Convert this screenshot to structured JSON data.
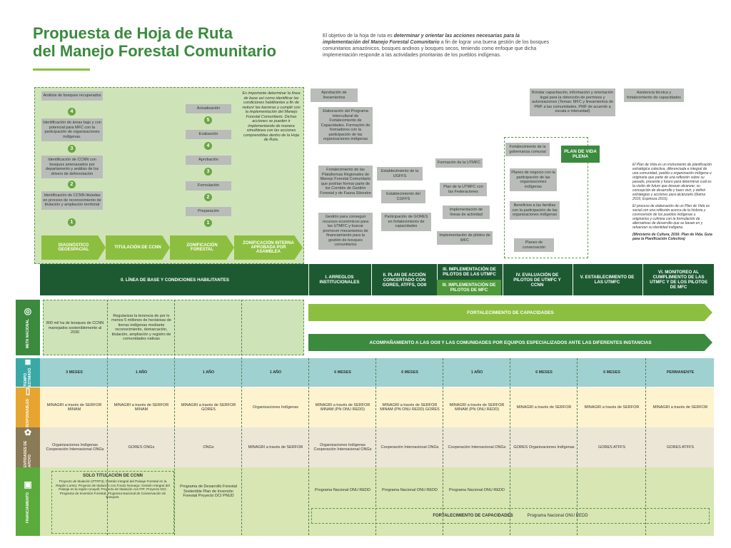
{
  "header": {
    "title_line1": "Propuesta de Hoja de Ruta",
    "title_line2": "del Manejo Forestal Comunitario",
    "intro_1": "El objetivo de la hoja de ruta es ",
    "intro_bold": "determinar y orientar las acciones necesarias para la implementación del Manejo Forestal Comunitario",
    "intro_2": " a fin de lograr una buena gestión de los bosques comunitarios amazónicos, bosques andinos y bosques secos, teniendo como enfoque que dicha implementación responde a las actividades prioritarias de los pueblos indígenas."
  },
  "baseline_steps": [
    {
      "text": "Análisis de bosques recuperados",
      "num": "4"
    },
    {
      "text": "Identificación de áreas bajo y con potencial para MFC con la participación de organizaciones indígenas.",
      "num": "3"
    },
    {
      "text": "Identificación de CCNN con bosques amenazados por departamento y análisis de los drivers de deforestación",
      "num": "2"
    },
    {
      "text": "Identificación de CCNN tituladas en proceso de reconocimiento de titulación y ampliación territorial",
      "num": "1"
    }
  ],
  "zon_steps": [
    {
      "text": "Actualización",
      "num": "5"
    },
    {
      "text": "Evaluación",
      "num": "4"
    },
    {
      "text": "Aprobación",
      "num": "3"
    },
    {
      "text": "Formulación",
      "num": "2"
    },
    {
      "text": "Preparación",
      "num": "1"
    }
  ],
  "baseline_note": "Es importante determinar la línea de base así como identificar las condiciones habilitantes a fin de reducir las barreras y cumplir con la implementación del Manejo Forestal Comunitario. Dichas acciones se pueden ir implementando de manera simultánea con las acciones comprendidas dentro de la Hoja de Ruta.",
  "phases": [
    "DIAGNÓSTICO GEOESPACIAL",
    "TITULACIÓN DE CCNN",
    "ZONIFICACIÓN FORESTAL",
    "ZONIFICACIÓN INTERNA APROBADA POR ASAMBLEA"
  ],
  "arreglos": [
    "Aprobación de lineamientos",
    "Elaboración del Programa Intercultural de Fortalecimiento de Capacidades. Formación de formadores con la participación de las organizaciones indígenas",
    "Fortalecimiento de las Plataformas Regionales de Manejo Forestal Comunitario que podrían formar parte de los Comités de Gestión Forestal y de Fauna Silvestre",
    "Gestión para conseguir recursos económicos para las UTMFC y buscar promover mecanismos de financiamiento para la gestión de bosques comunitarios"
  ],
  "plan_accion": [
    "Establecimiento de la UGFFS",
    "Establecimiento del CGFFS",
    "Participación de GORES en fortalecimiento de capacidades"
  ],
  "utmfc": [
    "Formación de la UTMFC",
    "Plan de la UTMFC con las Federaciones",
    "Implementación de líneas de actividad",
    "Implementación de pilotos de MFC"
  ],
  "vida_plena": [
    "Fortalecimiento de la gobernanza comunal",
    "Planes de negocio con la participación de las organizaciones indígenas",
    "Beneficios a las familias con la participación de las organizaciones indígenas",
    "Planes de conservación"
  ],
  "plan_vida_label": "PLAN DE VIDA PLENA",
  "top_boxes": [
    "Brindar capacitación, información y orientación legal para la obtención de permisos y autorizaciones (Temas: MFC y lineamientos de PMF a las comunidades, PMF de acuerdo a escala e intensidad)",
    "Asistencia técnica y fortalecimiento de capacidades"
  ],
  "right_note_1": "El Plan de Vida es un instrumento de planificación estratégica colectiva, diferenciada e integral de una comunidad, pueblo u organización indígena u originaria que parte de una reflexión sobre su pasado, presente y futuro para determinar cuál es la visión de futuro que desean alcanzar, su concepción de desarrollo y buen vivir, y definir estrategias y acciones para alcanzarlo (Ibama 2016; Espinoza 2016).",
  "right_note_2": "El proceso de elaboración de un Plan de Vida es social con una reflexión acerca de la historia y cosmovisión de los pueblos indígenas u originarios y culmina con la formulación de alternativas de desarrollo que se basan en y refuerzan su identidad indígena.",
  "right_note_3": "(Ministerio de Cultura, 2016: Plan de Vida. Guía para la Planificación Colectiva)",
  "stages": [
    "0. LÍNEA DE BASE Y CONDICIONES HABILITANTES",
    "I. ARREGLOS INSTITUCIONALES",
    "II. PLAN DE ACCIÓN CONCERTADO CON GORES, ATFFS, OOII",
    "III. IMPLEMENTACIÓN DE PILOTOS DE LAS UTMFC",
    "III. IMPLEMENTACIÓN DE PILOTOS DE MFC",
    "IV. EVALUACIÓN DE PILOTOS DE UTMFC Y CCNN",
    "V. ESTABLECIMIENTO DE LAS UTMFC",
    "VI. MONITOREO AL CUMPLIMIENTO DE LAS UTMFC Y DE LOS PILOTOS DE MFC"
  ],
  "rows": {
    "meta_label": "META NACIONAL",
    "tiempo_label": "TIEMPO ESTIMADO",
    "resp_label": "RESPONSABLES",
    "apoyo_label": "ENTIDADES DE APOYO",
    "fin_label": "FINANCIAMIENTO"
  },
  "meta": {
    "col1": "800 mil ha de bosques de CCNN manejados sosteniblemente al 2030",
    "col2": "Regularizar la tenencia de por lo menos 5 millones de hectáreas de tierras indígenas mediante reconocimiento, demarcación, titulación, ampliación y registro de comunidades nativas",
    "band1": "FORTALECIMIENTO DE CAPACIDADES",
    "band2": "ACOMPAÑAMIENTO A LAS OOII Y LAS COMUNIDADES POR EQUIPOS ESPECIALIZADOS ANTE LAS DIFERENTES INSTANCIAS"
  },
  "tiempos": [
    "3 MESES",
    "1 AÑO",
    "1 AÑO",
    "1 AÑO",
    "6 MESES",
    "6 MESES",
    "1 AÑO",
    "6 MESES",
    "6 MESES",
    "PERMANENTE"
  ],
  "responsables": [
    "MINAGRI a través de SERFOR MINAM",
    "MINAGRI a través de SERFOR MINAM",
    "MINAGRI a través de SERFOR GORES",
    "Organizaciones Indígenas",
    "MINAGRI a través de SERFOR MINAM (PN ONU REDD)",
    "MINAGRI a través de SERFOR MINAM (PN ONU REDD) GORES",
    "MINAGRI a través de SERFOR MINAM (PN ONU REDD)",
    "MINAGRI a través de SERFOR",
    "MINAGRI a través de SERFOR",
    "MINAGRI a través de SERFOR"
  ],
  "apoyo": [
    "Organizaciones Indígenas Cooperación Internacional ONGs",
    "GORES ONGs",
    "ONGs",
    "MINAGRI a través de SERFOR",
    "Organizaciones Indígenas Cooperación Internacional ONGs",
    "Cooperación Internacional ONGs",
    "Cooperación Internacional ONGs",
    "GORES Organizaciones Indígenas",
    "GORES ATFFS",
    "GORES ATFFS"
  ],
  "financiamiento": {
    "titulacion_title": "SOLO TITULACIÓN DE CCNN",
    "titulacion_text": "Proyecto de titulación (PTRT3); Gestión Integral del Paisaje Forestal en la Región Loreto; Proyecto de titulación con Fondo Noruego; Gestión Integral del Paisaje en la región Ucayali; Proyecto de titulación con FIP; Proyecto DCI; Programa de Inversión Forestal; Programa Nacional de Conservación de Bosques.",
    "col3": "Programa de Desarrollo Forestal Sostenible Plan de Inversión Forestal Proyecto DCI PNUD",
    "col5": "Programa Nacional ONU REDD",
    "col6": "Programa Nacional ONU REDD",
    "col7": "Programa Nacional ONU REDD",
    "band_title": "FORTALECIMIENTO DE CAPACIDADES",
    "band_text": "Programa Nacional ONU REDD"
  }
}
